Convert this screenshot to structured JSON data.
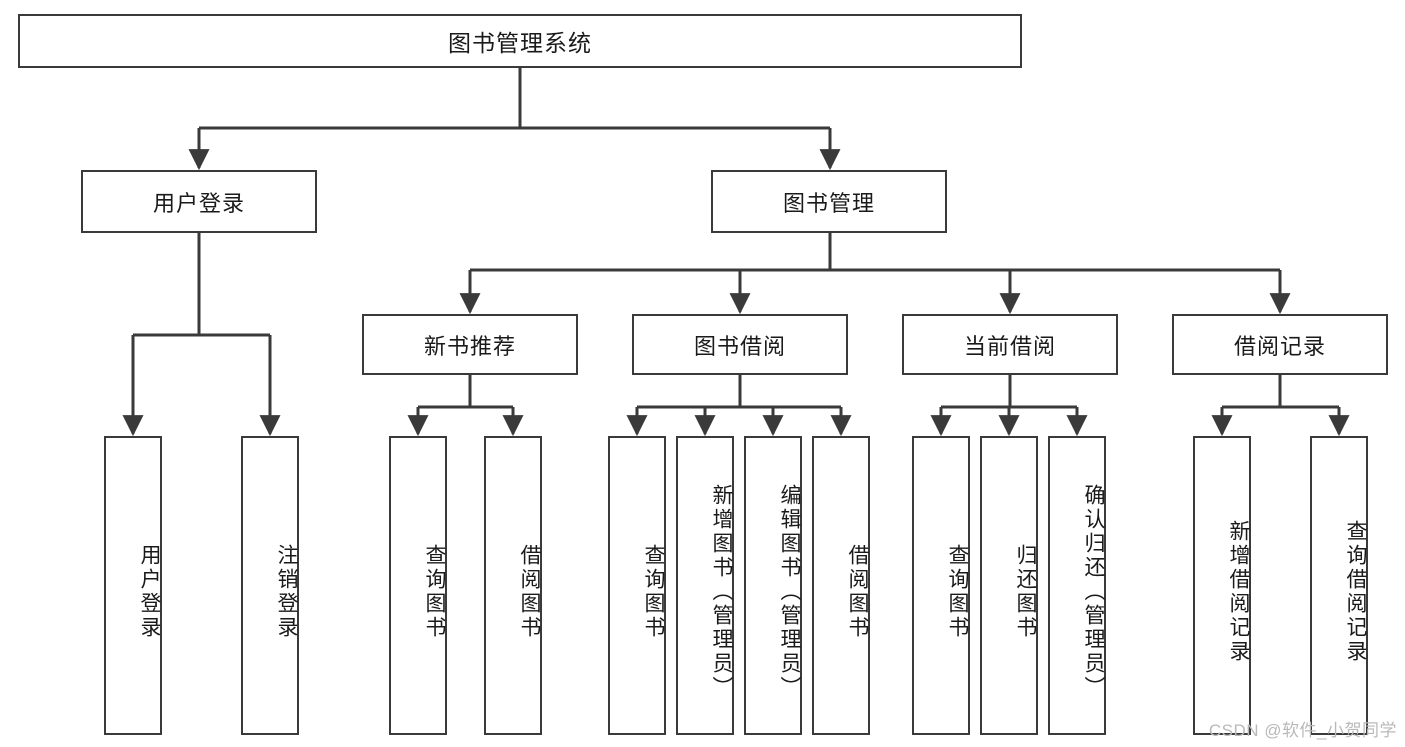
{
  "diagram": {
    "type": "tree-hierarchy",
    "title": "图书管理系统",
    "watermark": "CSDN @软件_小贺同学",
    "colors": {
      "stroke": "#3a3a3a",
      "fill": "#ffffff",
      "text": "#1a1a1a",
      "watermark": "#b9b9b9"
    },
    "levels": {
      "root": {
        "label": "图书管理系统"
      },
      "level2": [
        {
          "id": "user-login",
          "label": "用户登录"
        },
        {
          "id": "book-manage",
          "label": "图书管理"
        }
      ],
      "level3": [
        {
          "id": "new-book-recommend",
          "label": "新书推荐"
        },
        {
          "id": "book-borrow",
          "label": "图书借阅"
        },
        {
          "id": "current-borrow",
          "label": "当前借阅"
        },
        {
          "id": "borrow-record",
          "label": "借阅记录"
        }
      ],
      "leaves": {
        "user_login": [
          {
            "id": "leaf-user-login",
            "label": "用户登录"
          },
          {
            "id": "leaf-logout-login",
            "label": "注销登录"
          }
        ],
        "new_book_recommend": [
          {
            "id": "leaf-query-book-1",
            "label": "查询图书"
          },
          {
            "id": "leaf-borrow-book-1",
            "label": "借阅图书"
          }
        ],
        "book_borrow": [
          {
            "id": "leaf-query-book-2",
            "label": "查询图书"
          },
          {
            "id": "leaf-add-book",
            "label": "新增图书（管理员）"
          },
          {
            "id": "leaf-edit-book",
            "label": "编辑图书（管理员）"
          },
          {
            "id": "leaf-borrow-book-2",
            "label": "借阅图书"
          }
        ],
        "current_borrow": [
          {
            "id": "leaf-query-book-3",
            "label": "查询图书"
          },
          {
            "id": "leaf-return-book",
            "label": "归还图书"
          },
          {
            "id": "leaf-confirm-return",
            "label": "确认归还（管理员）"
          }
        ],
        "borrow_record": [
          {
            "id": "leaf-add-record",
            "label": "新增借阅记录"
          },
          {
            "id": "leaf-query-record",
            "label": "查询借阅记录"
          }
        ]
      }
    }
  }
}
